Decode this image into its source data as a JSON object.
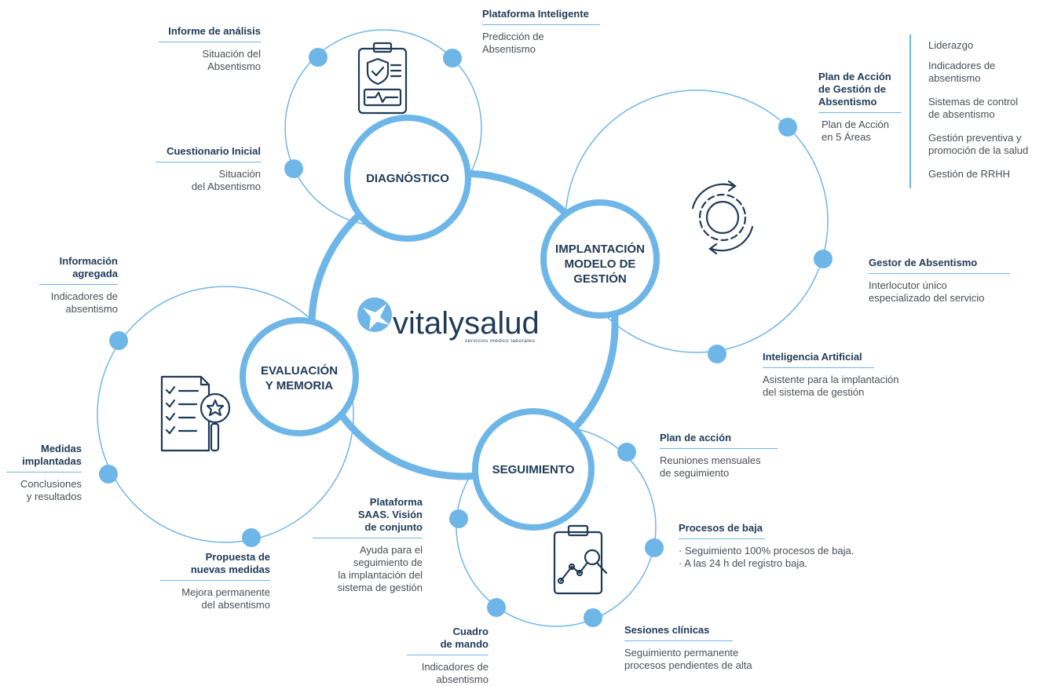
{
  "hubs": {
    "diagnostico": "DIAGNÓSTICO",
    "implantacion": [
      "IMPLANTACIÓN",
      "MODELO DE",
      "GESTIÓN"
    ],
    "evaluacion": [
      "EVALUACIÓN",
      "Y MEMORIA"
    ],
    "seguimiento": "SEGUIMIENTO"
  },
  "logo": {
    "name": "vitalysalud",
    "tagline": "servicios médico laborales"
  },
  "labels": {
    "plataforma_inteligente": {
      "title": [
        "Plataforma Inteligente"
      ],
      "desc": [
        "Predicción de",
        "Absentismo"
      ]
    },
    "informe_analisis": {
      "title": [
        "Informe de análisis"
      ],
      "desc": [
        "Situación del",
        "Absentismo"
      ]
    },
    "cuestionario_inicial": {
      "title": [
        "Cuestionario Inicial"
      ],
      "desc": [
        "Situación",
        "del Absentismo"
      ]
    },
    "plan_accion_gestion": {
      "title": [
        "Plan de Acción",
        "de Gestión de",
        "Absentismo"
      ],
      "desc": [
        "Plan de Acción",
        "en 5 Áreas"
      ]
    },
    "gestor_absentismo": {
      "title": [
        "Gestor de Absentismo"
      ],
      "desc": [
        "Interlocutor único",
        "especializado del servicio"
      ]
    },
    "inteligencia_artificial": {
      "title": [
        "Inteligencia Artificial"
      ],
      "desc": [
        "Asistente para la implantación",
        "del sistema de gestión"
      ]
    },
    "informacion_agregada": {
      "title": [
        "Información",
        "agregada"
      ],
      "desc": [
        "Indicadores de",
        "absentismo"
      ]
    },
    "medidas_implantadas": {
      "title": [
        "Medidas",
        "implantadas"
      ],
      "desc": [
        "Conclusiones",
        "y resultados"
      ]
    },
    "propuesta_medidas": {
      "title": [
        "Propuesta de",
        "nuevas medidas"
      ],
      "desc": [
        "Mejora permanente",
        "del absentismo"
      ]
    },
    "plataforma_saas": {
      "title": [
        "Plataforma",
        "SAAS. Visión",
        "de conjunto"
      ],
      "desc": [
        "Ayuda para el",
        "seguimiento de",
        "la implantación del",
        "sistema de gestión"
      ]
    },
    "plan_accion": {
      "title": [
        "Plan de acción"
      ],
      "desc": [
        "Reuniones mensuales",
        "de seguimiento"
      ]
    },
    "procesos_baja": {
      "title": [
        "Procesos de baja"
      ],
      "bullets": [
        "Seguimiento 100% procesos de baja.",
        "A las 24 h del registro baja."
      ]
    },
    "sesiones_clinicas": {
      "title": [
        "Sesiones clínicas"
      ],
      "desc": [
        "Seguimiento permanente",
        "procesos pendientes de alta"
      ]
    },
    "cuadro_mando": {
      "title": [
        "Cuadro",
        "de mando"
      ],
      "desc": [
        "Indicadores de",
        "absentismo"
      ]
    }
  },
  "areas_list": [
    "Liderazgo",
    "Indicadores de",
    "absentismo",
    "Sistemas de control",
    "de absentismo",
    "Gestión preventiva y",
    "promoción de la salud",
    "Gestión de RRHH"
  ],
  "colors": {
    "accent": "#6fb6e8",
    "dark": "#1f3b57",
    "text": "#4a4f55"
  },
  "icons": [
    "clipboard-shield-icon",
    "gear-cycle-icon",
    "checklist-star-icon",
    "clipboard-chart-icon"
  ]
}
